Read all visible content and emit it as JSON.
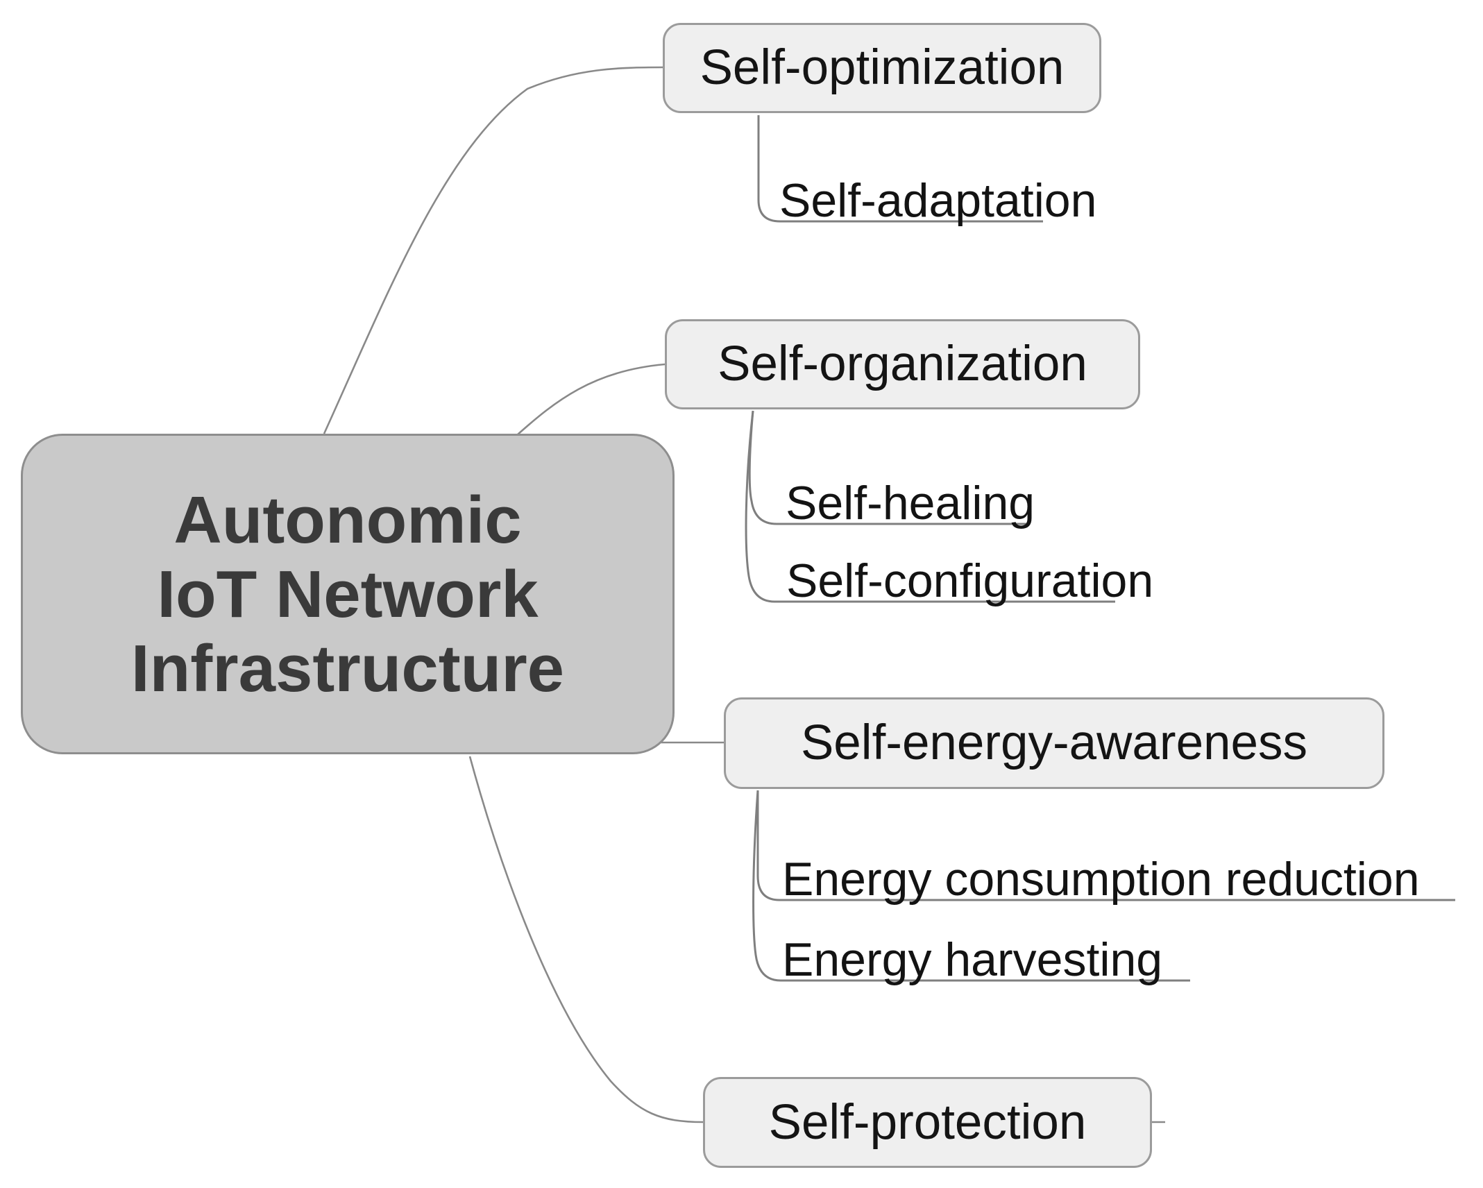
{
  "diagram": {
    "type": "mind-map",
    "root": {
      "label": "Autonomic IoT Network Infrastructure",
      "lines": [
        "Autonomic",
        "IoT Network",
        "Infrastructure"
      ]
    },
    "branches": [
      {
        "label": "Self-optimization",
        "children": [
          {
            "label": "Self-adaptation"
          }
        ]
      },
      {
        "label": "Self-organization",
        "children": [
          {
            "label": "Self-healing"
          },
          {
            "label": "Self-configuration"
          }
        ]
      },
      {
        "label": "Self-energy-awareness",
        "children": [
          {
            "label": "Energy consumption reduction"
          },
          {
            "label": "Energy harvesting"
          }
        ]
      },
      {
        "label": "Self-protection",
        "children": []
      }
    ],
    "colors": {
      "background": "#ffffff",
      "root_fill": "#c9c9c9",
      "root_border": "#8e8e8e",
      "root_text": "#3a3a3a",
      "branch_fill": "#efefef",
      "branch_border": "#9b9b9b",
      "branch_text": "#141414",
      "connector_line": "#898989",
      "leaf_underline": "#7f7f7f"
    }
  }
}
